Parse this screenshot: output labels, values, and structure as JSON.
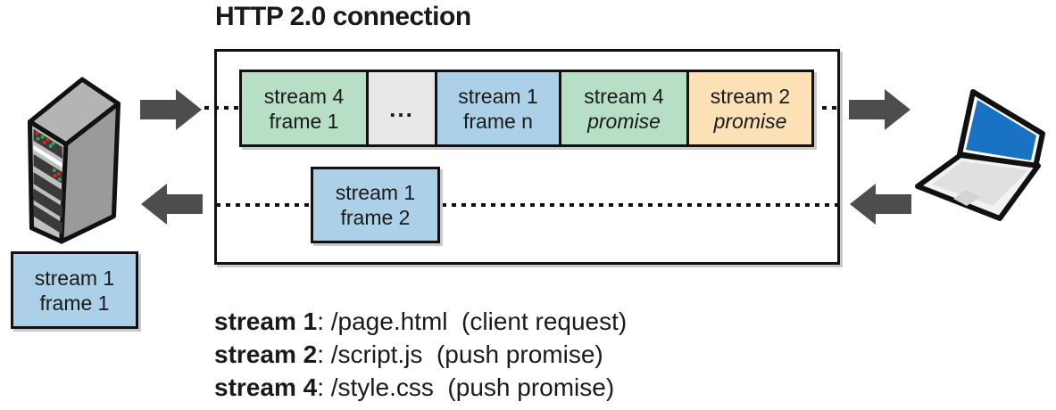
{
  "title": "HTTP 2.0 connection",
  "colors": {
    "frame_green": "#b6dfc5",
    "frame_blue": "#abd0e8",
    "frame_orange": "#fce0b6",
    "frame_gray": "#e8e8e8",
    "box_border": "#111111",
    "arrow_gray": "#4d4d4d",
    "laptop_screen_blue": "#1a72c4"
  },
  "icons": {
    "server": "server-icon",
    "laptop": "laptop-icon",
    "arrow_right": "arrow-right-icon",
    "arrow_left": "arrow-left-icon"
  },
  "connection": {
    "outbound_frames": [
      {
        "line1": "stream 4",
        "line2": "frame 1"
      },
      {
        "line1": "..."
      },
      {
        "line1": "stream 1",
        "line2": "frame n"
      },
      {
        "line1": "stream 4",
        "line2": "promise"
      },
      {
        "line1": "stream 2",
        "line2": "promise"
      }
    ],
    "inbound_frame": {
      "line1": "stream 1",
      "line2": "frame 2"
    },
    "delivered_frame": {
      "line1": "stream 1",
      "line2": "frame 1"
    }
  },
  "legend": {
    "rows": [
      {
        "label": "stream 1",
        "rest": ": /page.html  (client request)"
      },
      {
        "label": "stream 2",
        "rest": ": /script.js  (push promise)"
      },
      {
        "label": "stream 4",
        "rest": ": /style.css  (push promise)"
      }
    ]
  }
}
